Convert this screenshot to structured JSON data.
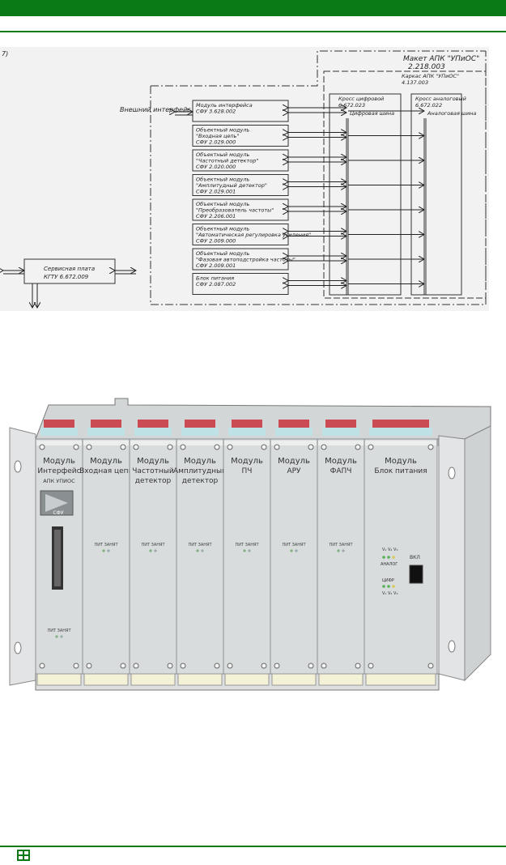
{
  "diagram": {
    "corner_label": "7)",
    "external_interface": "Внешний интерфейс",
    "macket_title": "Макет АПК \"УПиОС\"",
    "macket_code": "2.218.003",
    "card_title": "Каркас АПК \"УПиОС\"",
    "card_code": "4.137.003",
    "digital_cross": "Кросс цифровой",
    "digital_cross_code": "6.672.023",
    "digital_bus": "Цифровая шина",
    "analog_cross": "Кросс аналоговый",
    "analog_cross_code": "6.672.022",
    "analog_bus": "Аналоговая шина",
    "service_board": "Сервисная плата",
    "service_board_code": "КГТУ 6.672.009",
    "modules": [
      {
        "l1": "Модуль интерфейса",
        "l2": "",
        "code": "СФУ 3.628.002"
      },
      {
        "l1": "Объектный модуль",
        "l2": "\"Входная цепь\"",
        "code": "СФУ 2.029.000"
      },
      {
        "l1": "Объектный модуль",
        "l2": "\"Частотный детектор\"",
        "code": "СФУ 2.020.000"
      },
      {
        "l1": "Объектный модуль",
        "l2": "\"Амплитудный детектор\"",
        "code": "СФУ 2.029.001"
      },
      {
        "l1": "Объектный модуль",
        "l2": "\"Преобразователь частоты\"",
        "code": "СФУ 2.206.001"
      },
      {
        "l1": "Объектный модуль",
        "l2": "\"Автоматическая регулировка усиления\"",
        "code": "СФУ 2.009.000"
      },
      {
        "l1": "Объектный модуль",
        "l2": "\"Фазовая автоподстройка частоты\"",
        "code": "СФУ 2.009.001"
      },
      {
        "l1": "Блок питания",
        "l2": "",
        "code": "СФУ 2.087.002"
      }
    ]
  },
  "photo": {
    "apk_label": "АПК УПИОС",
    "sfu_label": "СФУ",
    "pit": "ПИТ",
    "zanyat": "ЗАНЯТ",
    "v_labels": "V₁ V₂ V₃",
    "analog": "АНАЛОГ",
    "digit": "ЦИФР",
    "vkl": "ВКЛ",
    "panels": [
      {
        "l1": "Модуль",
        "l2": "Интерфейс",
        "l3": ""
      },
      {
        "l1": "Модуль",
        "l2": "Входная цепь",
        "l3": ""
      },
      {
        "l1": "Модуль",
        "l2": "Частотный",
        "l3": "детектор"
      },
      {
        "l1": "Модуль",
        "l2": "Амплитудный",
        "l3": "детектор"
      },
      {
        "l1": "Модуль",
        "l2": "ПЧ",
        "l3": ""
      },
      {
        "l1": "Модуль",
        "l2": "АРУ",
        "l3": ""
      },
      {
        "l1": "Модуль",
        "l2": "ФАПЧ",
        "l3": ""
      },
      {
        "l1": "Модуль",
        "l2": "Блок питания",
        "l3": ""
      }
    ]
  },
  "colors": {
    "accent_green": "#0a7a17",
    "rack_red": "#c8323c",
    "panel": "#d9dcdd"
  }
}
